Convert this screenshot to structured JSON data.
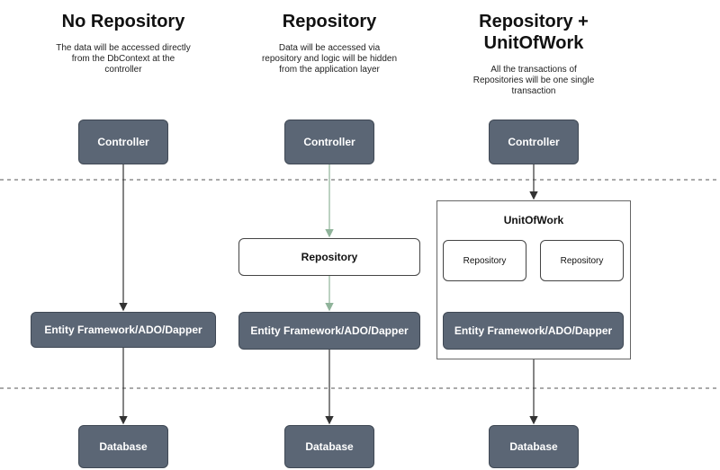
{
  "columns": [
    {
      "title": "No Repository",
      "description_lines": [
        "The data will be accessed directly",
        "from the DbContext at the",
        "controller"
      ],
      "controller_label": "Controller",
      "data_access_label": "Entity Framework/ADO/Dapper",
      "database_label": "Database"
    },
    {
      "title": "Repository",
      "description_lines": [
        "Data will be accessed via",
        "repository and logic will be hidden",
        "from the application layer"
      ],
      "controller_label": "Controller",
      "repository_label": "Repository",
      "data_access_label": "Entity Framework/ADO/Dapper",
      "database_label": "Database"
    },
    {
      "title_lines": [
        "Repository +",
        "UnitOfWork"
      ],
      "description_lines": [
        "All the transactions of",
        "Repositories will be one single",
        "transaction"
      ],
      "controller_label": "Controller",
      "unit_of_work_label": "UnitOfWork",
      "repository_labels": [
        "Repository",
        "Repository"
      ],
      "data_access_label": "Entity Framework/ADO/Dapper",
      "database_label": "Database"
    }
  ],
  "colors": {
    "node_dark": "#5b6675",
    "arrow": "#333333",
    "arrow_green": "#8fb39a",
    "divider": "#555555"
  }
}
